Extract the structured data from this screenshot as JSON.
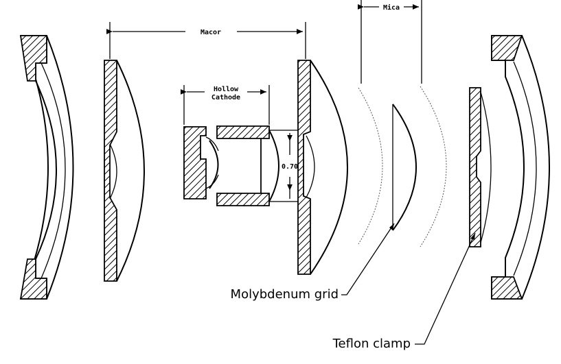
{
  "labels": {
    "macor": "Macor",
    "mica": "Mica",
    "hollow_cathode_line1": "Hollow",
    "hollow_cathode_line2": "Cathode",
    "dimension": "0.70",
    "molybdenum_grid": "Molybdenum grid",
    "teflon_clamp": "Teflon clamp"
  }
}
